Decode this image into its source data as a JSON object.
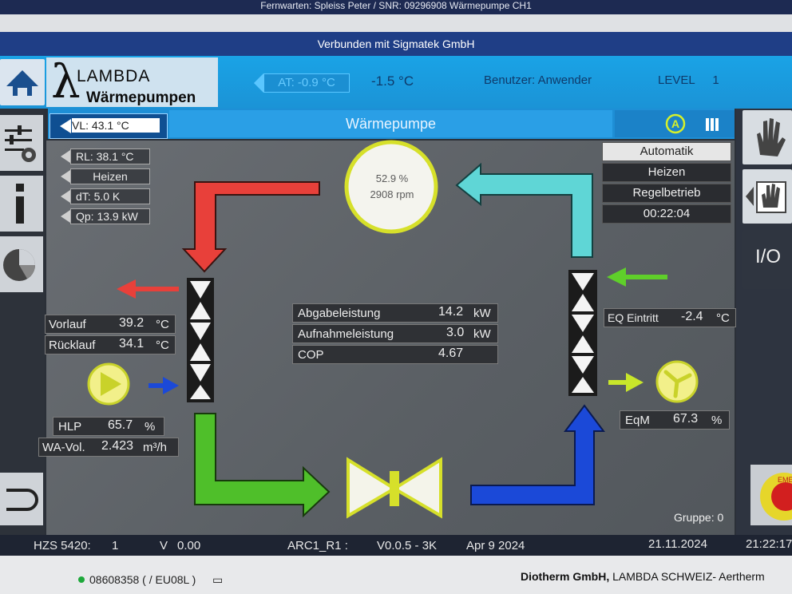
{
  "remote": {
    "title": "Fernwarten: Spleiss Peter / SNR: 09296908 Wärmepumpe CH1",
    "connection": "Verbunden mit Sigmatek GmbH"
  },
  "header": {
    "logo_symbol": "λ",
    "logo_line1": "LAMBDA",
    "logo_line2": "Wärmepumpen",
    "at_badge": "AT: -0.9 °C",
    "external_temp": "-1.5 °C",
    "user_label": "Benutzer:",
    "user_value": "Anwender",
    "level_label": "LEVEL",
    "level_value": "1"
  },
  "subheader": {
    "vl": "VL: 43.1 °C",
    "title": "Wärmepumpe"
  },
  "left_status": [
    "RL: 38.1 °C",
    "Heizen",
    "dT: 5.0 K",
    "Qp: 13.9 kW"
  ],
  "right_status": [
    "Automatik",
    "Heizen",
    "Regelbetrieb",
    "00:22:04"
  ],
  "compressor": {
    "percent": "52.9  %",
    "rpm": "2908 rpm"
  },
  "center_table": [
    {
      "label": "Abgabeleistung",
      "value": "14.2",
      "unit": "kW"
    },
    {
      "label": "Aufnahmeleistung",
      "value": "3.0",
      "unit": "kW"
    },
    {
      "label": "COP",
      "value": "4.67",
      "unit": ""
    }
  ],
  "left_values": [
    {
      "label": "Vorlauf",
      "value": "39.2",
      "unit": "°C"
    },
    {
      "label": "Rücklauf",
      "value": "34.1",
      "unit": "°C"
    }
  ],
  "hlp": {
    "label": "HLP",
    "value": "65.7",
    "unit": "%"
  },
  "wa_vol": {
    "label": "WA-Vol.",
    "value": "2.423",
    "unit": "m³/h"
  },
  "eq": {
    "label": "EQ Eintritt",
    "value": "-2.4",
    "unit": "°C"
  },
  "eqm": {
    "label": "EqM",
    "value": "67.3",
    "unit": "%"
  },
  "gruppe": "Gruppe:   0",
  "sidebar_io": "I/O",
  "emergency": "EMERGENCY STOP",
  "footer": {
    "device": "HZS 5420:",
    "device_val": "1",
    "v_label": "V",
    "v_val": "0.00",
    "arc": "ARC1_R1 :",
    "version": "V0.0.5 - 3K",
    "build_date": "Apr  9 2024",
    "date": "21.11.2024",
    "time": "21:22:17"
  },
  "bottom": {
    "id": "08608358 ( / EU08L )",
    "company_bold": "Diotherm GmbH,",
    "company_rest": " LAMBDA SCHWEIZ- Aertherm"
  }
}
